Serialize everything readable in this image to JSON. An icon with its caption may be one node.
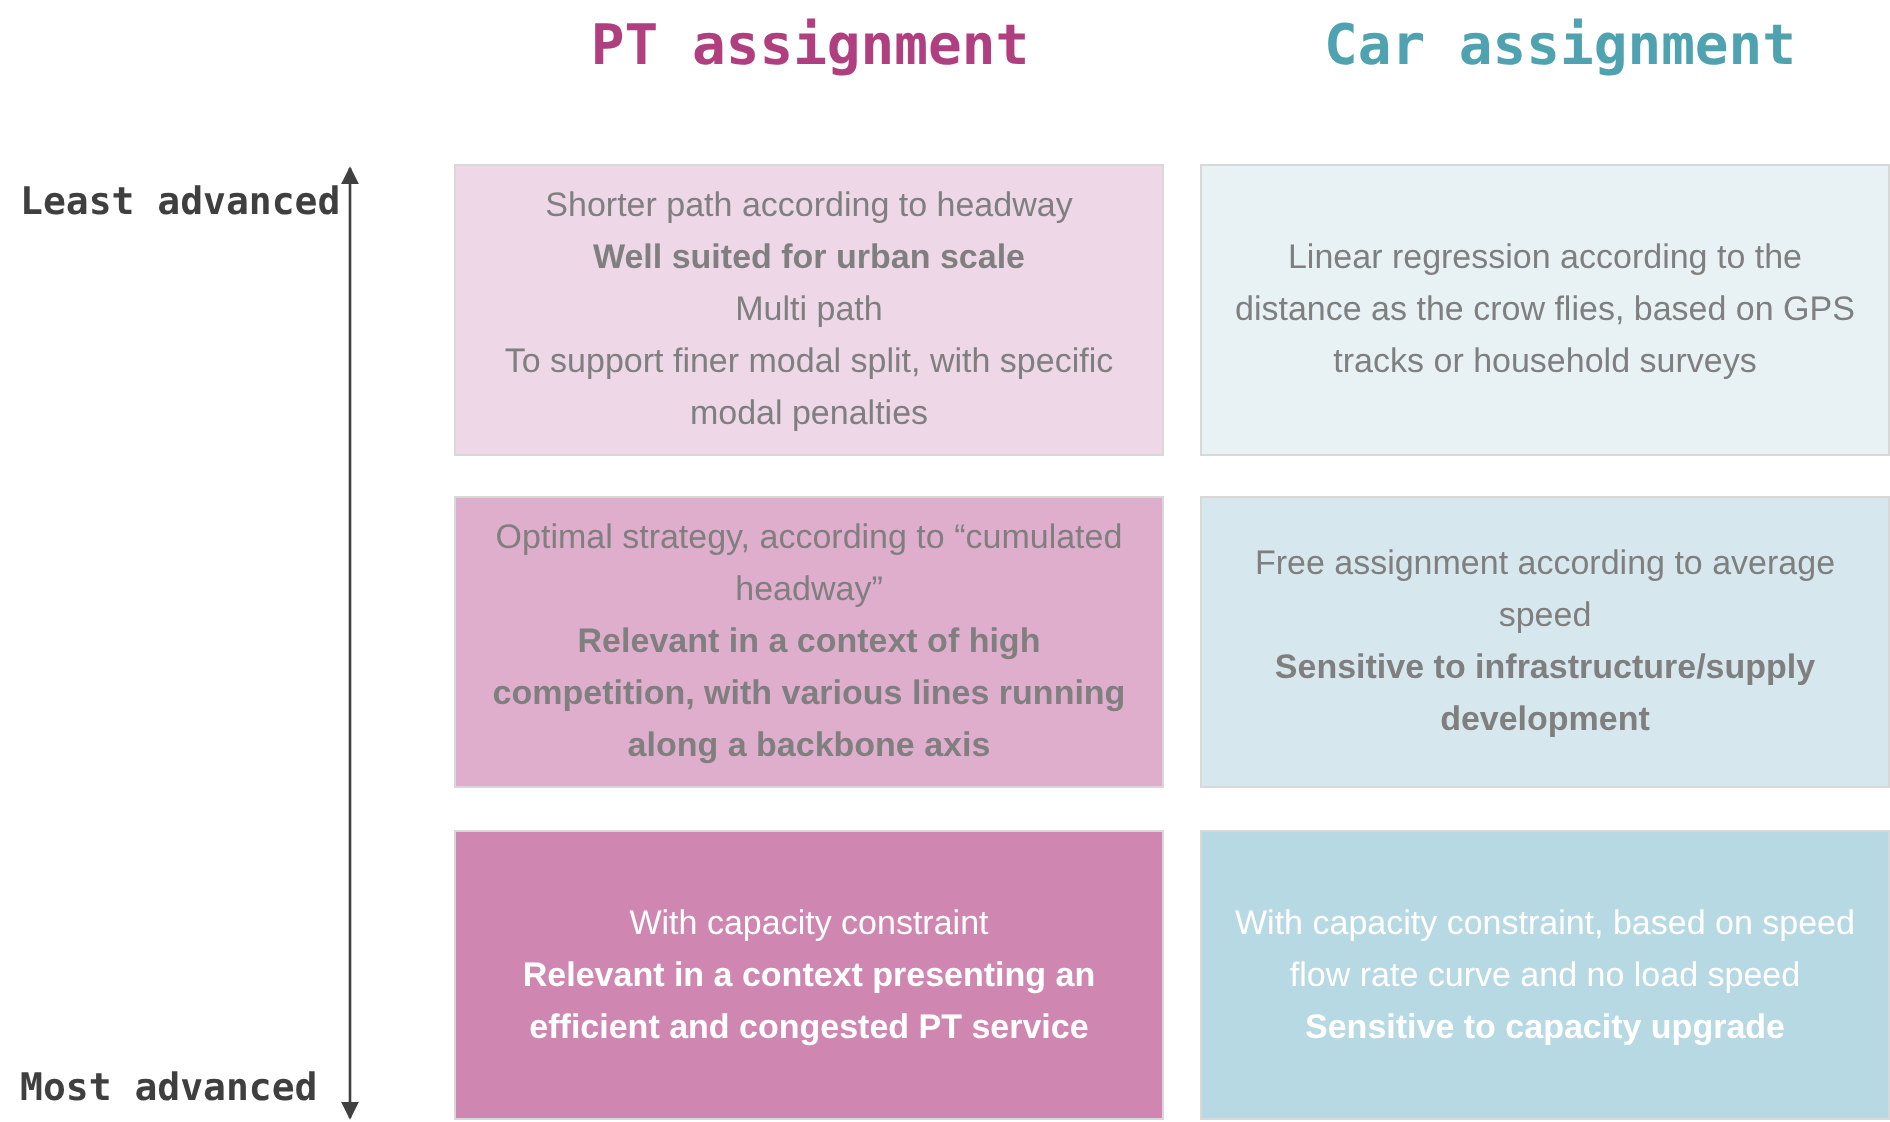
{
  "diagram": {
    "nodes": [
      {
        "text": [
          "Shorter path according to headway",
          "Well suited for urban scale",
          "Multi path",
          "To support finer modal split, with specific modal penalties"
        ]
      },
      {
        "text": [
          "Linear regression according to the distance as the crow flies, based on GPS tracks or household surveys"
        ]
      },
      {
        "text": [
          "Optimal strategy, according to “cumulated headway”",
          "Relevant in a context of high competition, with various lines running along a backbone axis"
        ]
      },
      {
        "text": [
          "Free assignment according to average speed",
          "Sensitive to infrastructure/supply development"
        ]
      },
      {
        "text": [
          "With capacity constraint",
          "Relevant in a context presenting an efficient and congested PT service"
        ]
      },
      {
        "text": [
          "With capacity constraint, based on speed flow rate curve and no load speed",
          "Sensitive to capacity upgrade"
        ]
      }
    ],
    "labels": [
      "PT assignment",
      "Car assignment",
      "Least advanced",
      "Most advanced"
    ]
  }
}
